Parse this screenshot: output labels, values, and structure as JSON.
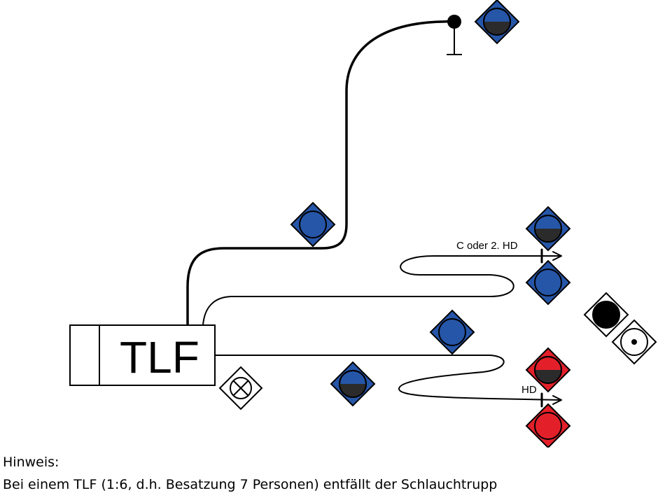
{
  "vehicle": {
    "label": "TLF"
  },
  "hose_labels": {
    "upper": "C oder 2. HD",
    "lower": "HD"
  },
  "colors": {
    "blue": "#2656a8",
    "red": "#e3202a",
    "dark": "#2b2b2b",
    "line": "#000000"
  },
  "note": {
    "title": "Hinweis:",
    "text": "Bei einem TLF (1:6, d.h. Besatzung 7 Personen) entfällt der Schlauchtrupp"
  }
}
